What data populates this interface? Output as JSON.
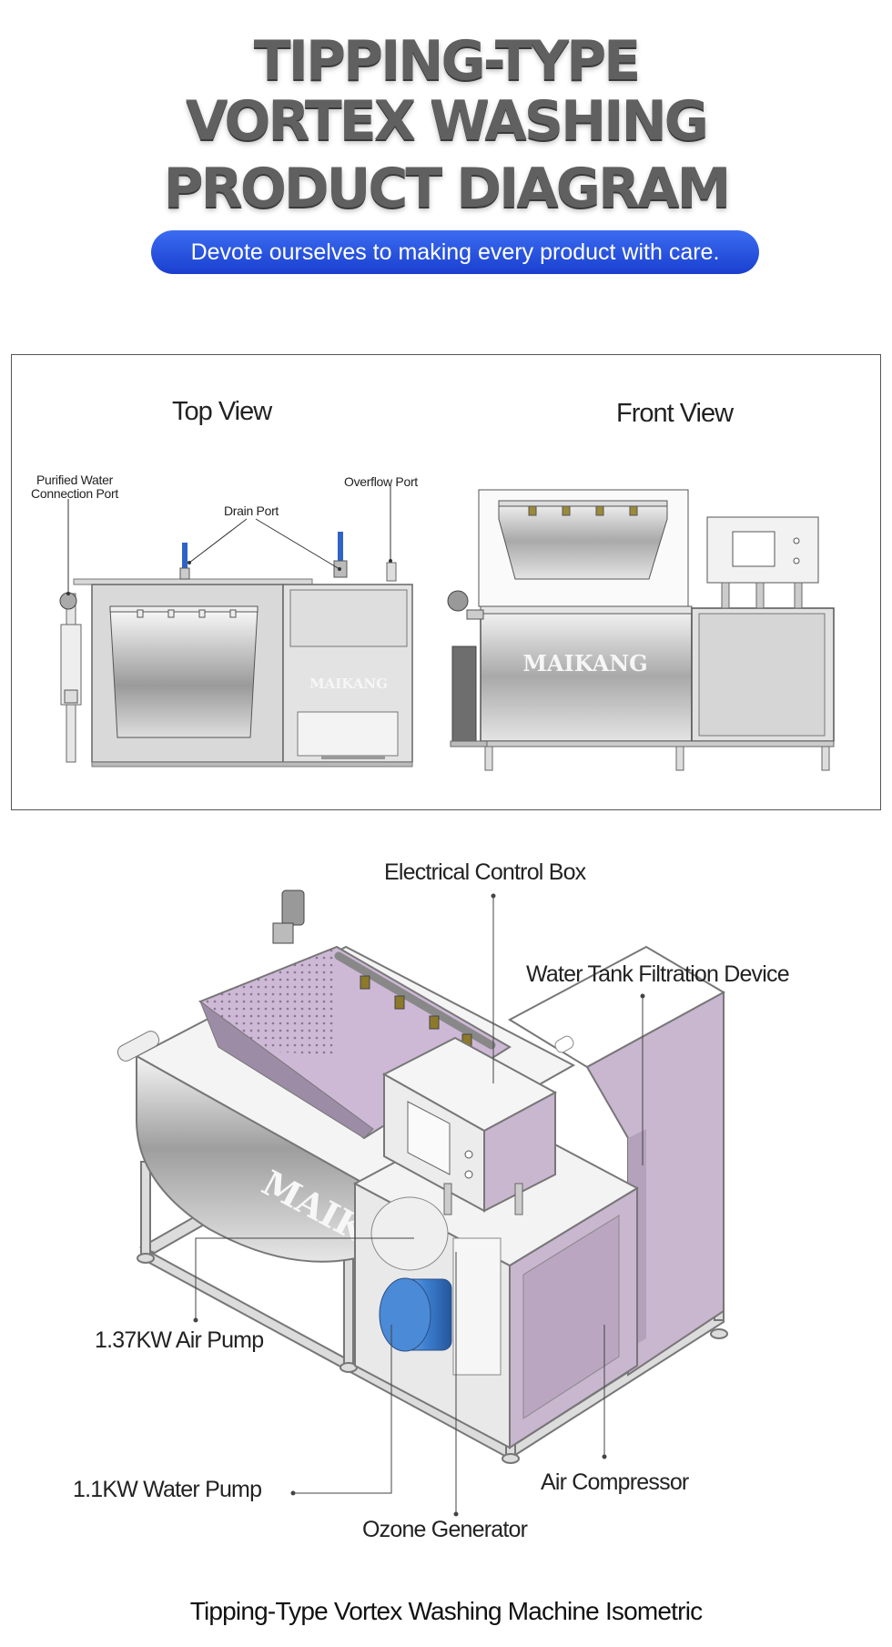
{
  "header": {
    "title_line1": "TIPPING-TYPE",
    "title_line2": "VORTEX WASHING",
    "title_line3": "PRODUCT DIAGRAM",
    "tagline": "Devote ourselves to making every product with care."
  },
  "views": {
    "top_view_title": "Top View",
    "front_view_title": "Front View",
    "labels": {
      "purified_water_line1": "Purified Water",
      "purified_water_line2": "Connection Port",
      "drain_port": "Drain Port",
      "overflow_port": "Overflow Port"
    },
    "brand": "MAIKANG"
  },
  "isometric": {
    "brand": "MAIKANG",
    "labels": {
      "electrical_control_box": "Electrical Control Box",
      "water_tank_filtration": "Water Tank Filtration Device",
      "air_pump": "1.37KW Air Pump",
      "water_pump": "1.1KW Water Pump",
      "air_compressor": "Air Compressor",
      "ozone_generator": "Ozone Generator"
    },
    "caption": "Tipping-Type Vortex Washing Machine  Isometric"
  },
  "colors": {
    "tagline_bg": "#2a55e0",
    "title_gray": "#606060",
    "steel": "#c8c8c8",
    "lavender": "#c9b6cf",
    "pump_blue": "#3d7fd0",
    "valve_blue": "#2f63c8"
  }
}
